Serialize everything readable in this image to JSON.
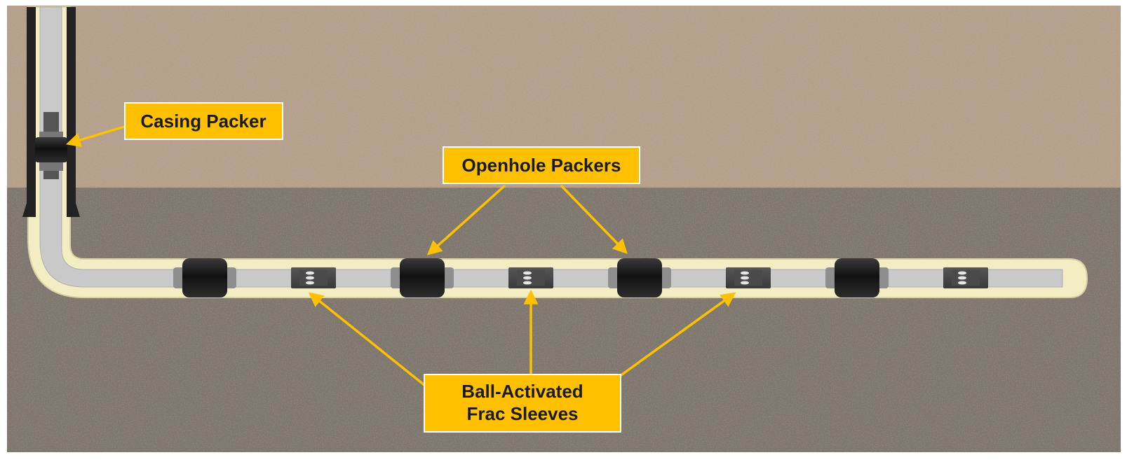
{
  "labels": {
    "casing_packer": "Casing Packer",
    "openhole_packers": "Openhole Packers",
    "frac_sleeves_line1": "Ball-Activated",
    "frac_sleeves_line2": "Frac Sleeves"
  },
  "components": {
    "openhole_packer_count": 4,
    "frac_sleeve_count": 4
  },
  "colors": {
    "callout": "#FFC000",
    "upper_formation": "#b59f8a",
    "lower_formation": "#7e766c",
    "wellbore_liner": "#f3edc4",
    "pipe": "#c9c9c9",
    "packer": "#1b1b1b",
    "casing": "#222222"
  }
}
